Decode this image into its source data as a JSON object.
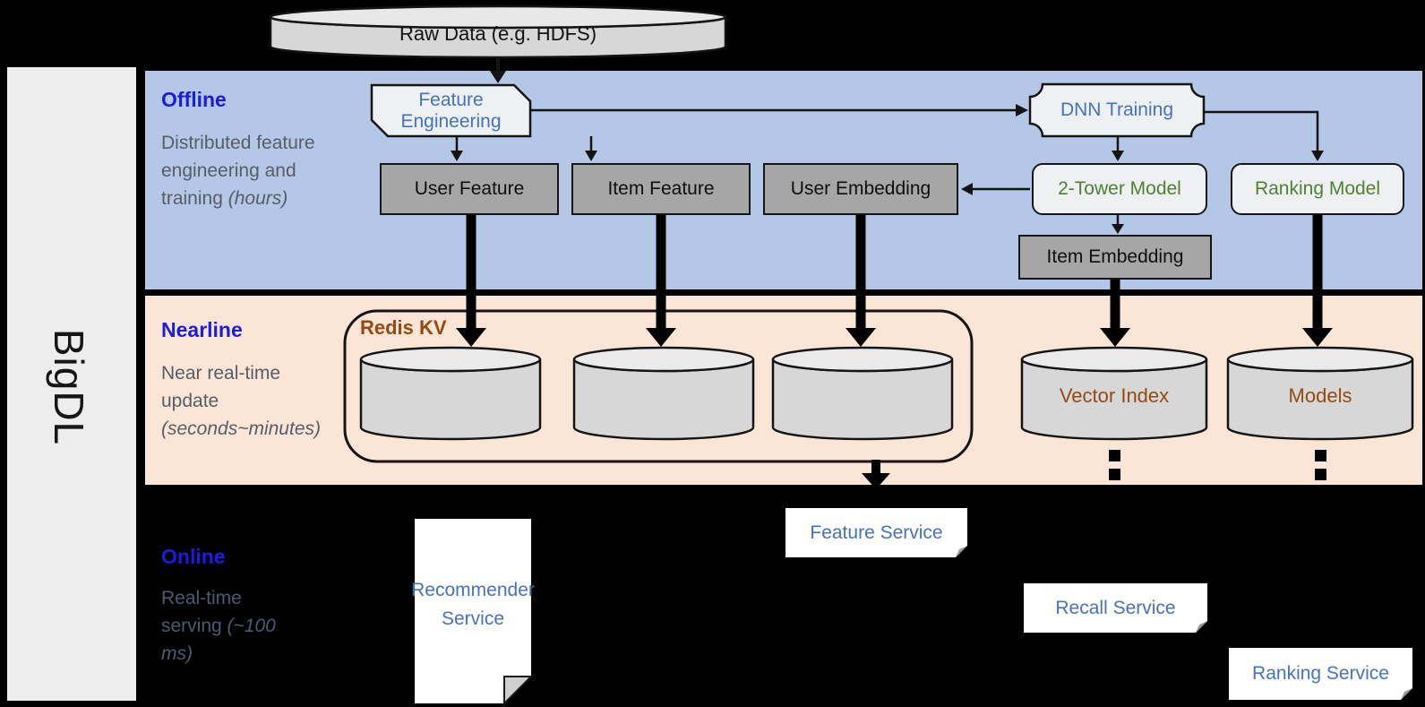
{
  "brand": "BigDL",
  "raw_data": {
    "label": "Raw Data (e.g. HDFS)"
  },
  "offline": {
    "title": "Offline",
    "desc": "Distributed feature engineering and training",
    "desc_italic": "(hours)"
  },
  "nearline": {
    "title": "Nearline",
    "desc": "Near real-time update",
    "desc_italic": "(seconds~minutes)"
  },
  "online": {
    "title": "Online",
    "desc": "Real-time serving",
    "desc_italic": "(~100 ms)"
  },
  "nodes": {
    "feature_engineering": "Feature Engineering",
    "dnn_training": "DNN Training",
    "user_feature": "User Feature",
    "item_feature": "Item Feature",
    "user_embedding": "User Embedding",
    "two_tower_model": "2-Tower Model",
    "ranking_model": "Ranking Model",
    "item_embedding": "Item Embedding",
    "redis_kv": "Redis KV",
    "vector_index": "Vector Index",
    "models": "Models",
    "recommender_service": "Recommender Service",
    "feature_service": "Feature Service",
    "recall_service": "Recall Service",
    "ranking_service": "Ranking Service"
  },
  "colors": {
    "offline_band": "#b4c7e7",
    "nearline_band": "#fbe5d6",
    "sidebar": "#ededed",
    "section_title_blue": "#1c1ce0",
    "node_text_blue": "#4472c4",
    "node_text_green": "#4f8033",
    "node_text_brown": "#964a0f",
    "gray_node_fill": "#a6a6a6",
    "light_node_fill": "#eef0f1",
    "cylinder_fill": "#d7d7d7"
  }
}
